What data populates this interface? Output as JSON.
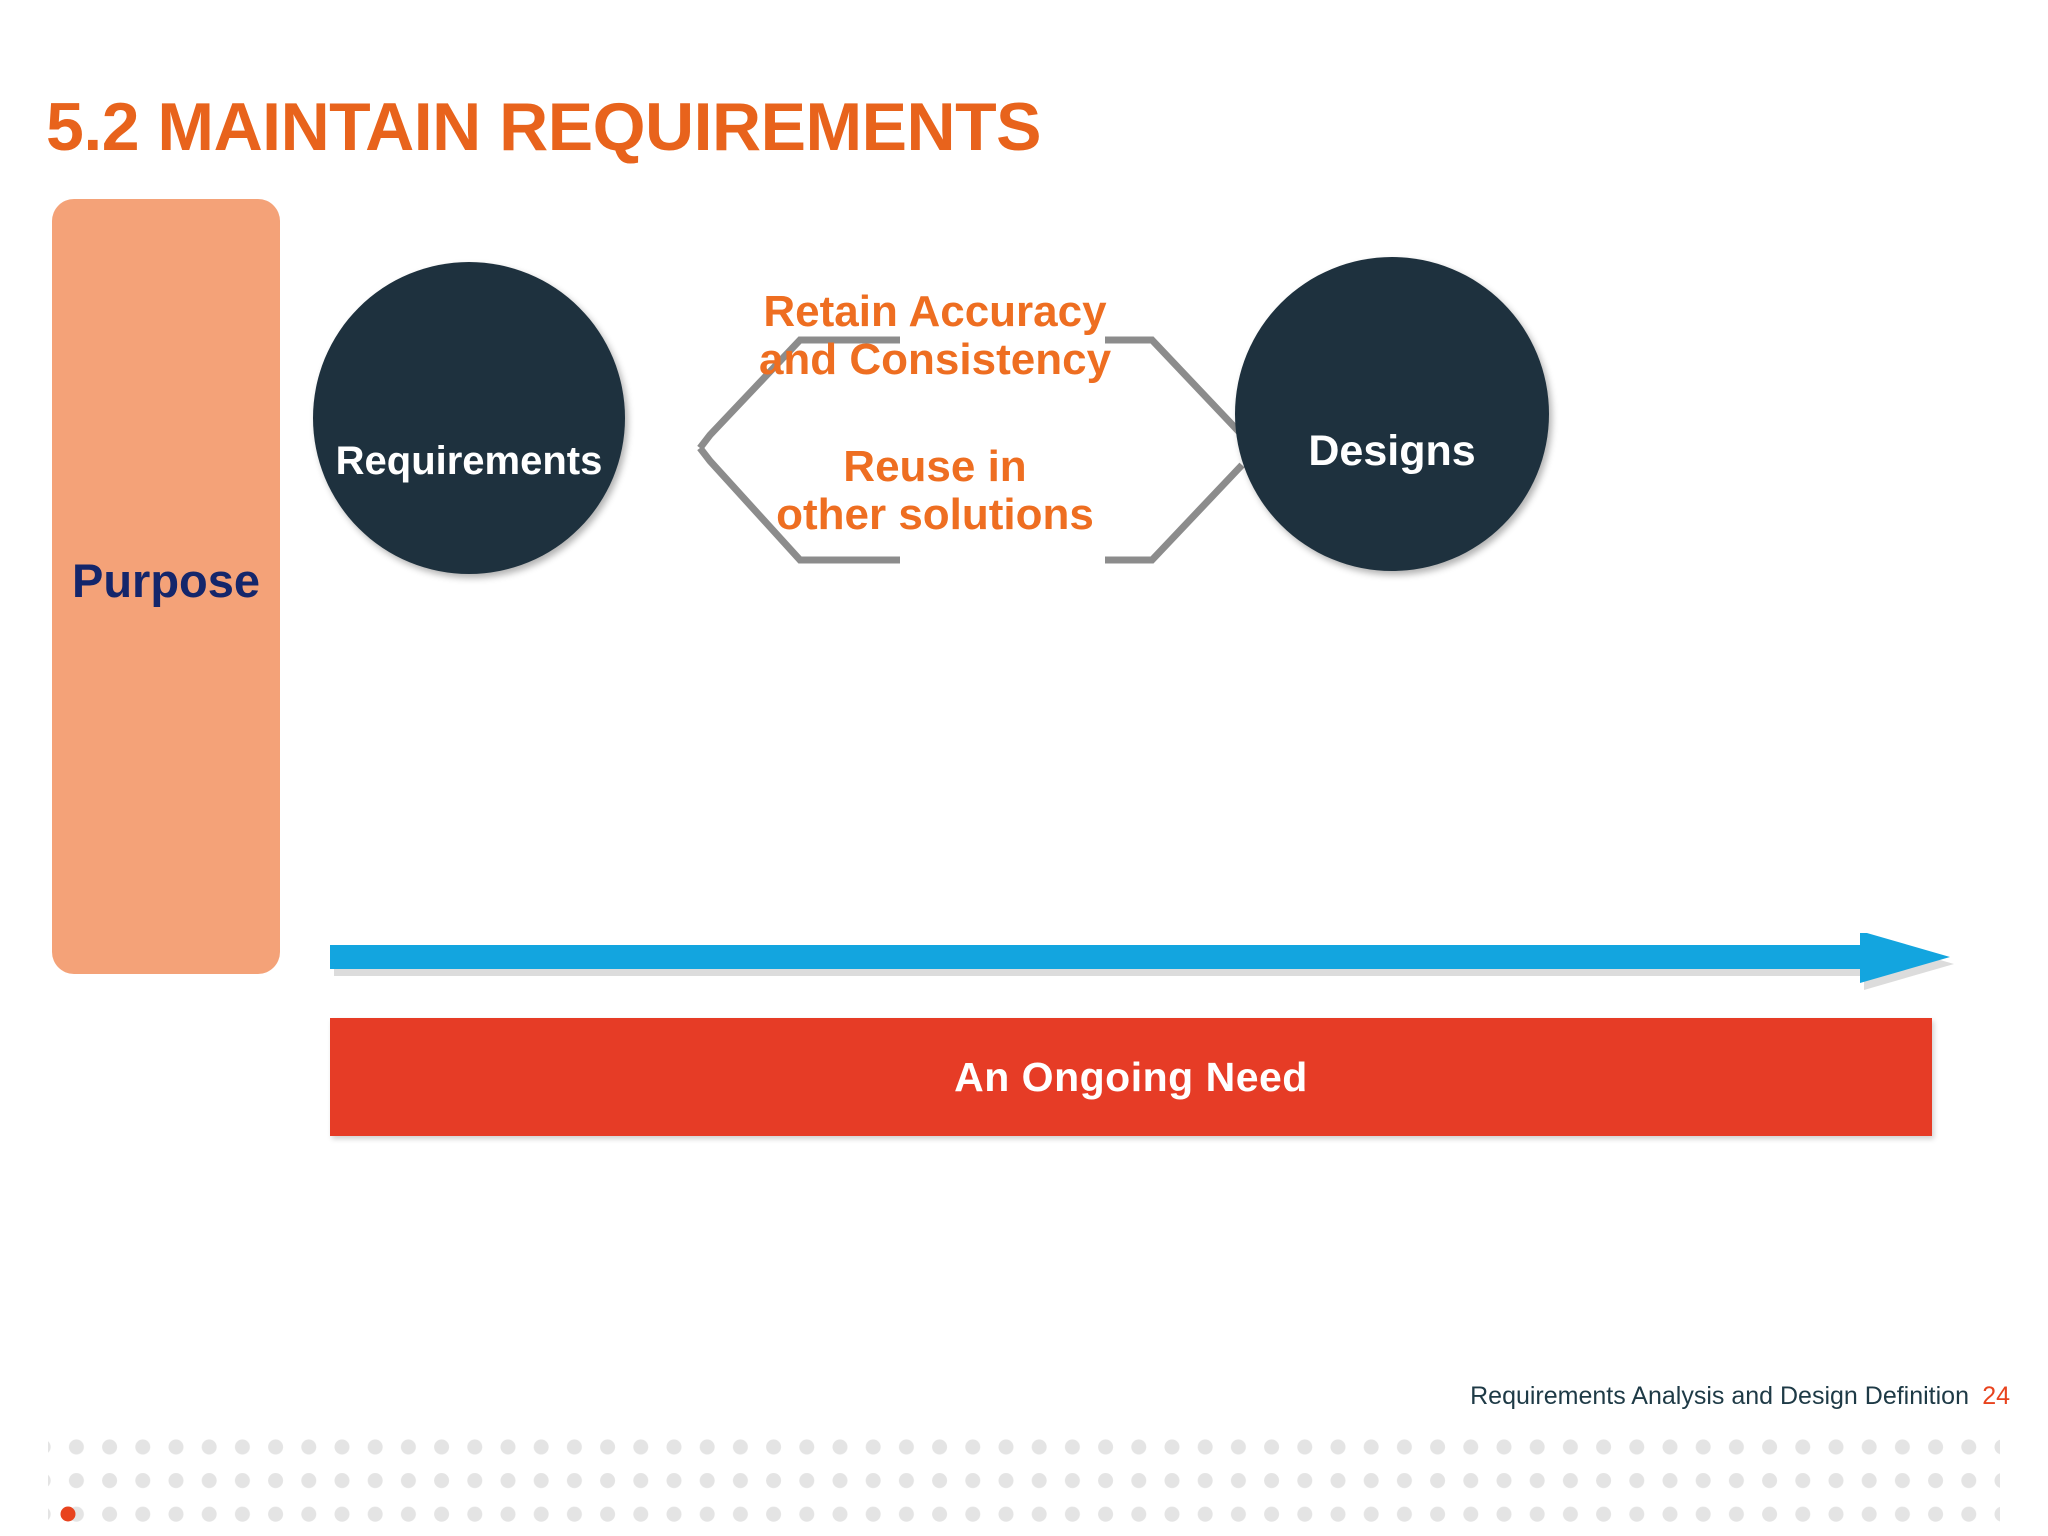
{
  "slide": {
    "title": "5.2 MAINTAIN REQUIREMENTS",
    "purpose_label": "Purpose"
  },
  "diagram": {
    "left_node": "Requirements",
    "right_node": "Designs",
    "middle_labels": [
      {
        "line1": "Retain Accuracy",
        "line2": "and Consistency"
      },
      {
        "line1": "Reuse in",
        "line2": "other solutions"
      }
    ],
    "banner_label": "An Ongoing Need"
  },
  "footer": {
    "text": "Requirements Analysis and Design Definition",
    "page": "24"
  },
  "colors": {
    "title_orange": "#E8631C",
    "label_orange": "#EE6E21",
    "purpose_fill": "#F4A278",
    "purpose_text": "#14266B",
    "node_fill": "#1E313E",
    "node_text": "#FFFFFF",
    "connector_gray": "#8C8C8C",
    "arrow_blue": "#13A5DF",
    "banner_red": "#E63C26",
    "footer_text": "#1E3A46",
    "footer_page": "#E8431E",
    "dot_gray": "#E2E2E2"
  },
  "icons": {
    "arrow": "right-arrow-icon",
    "dots": "dot-pattern-decoration"
  }
}
